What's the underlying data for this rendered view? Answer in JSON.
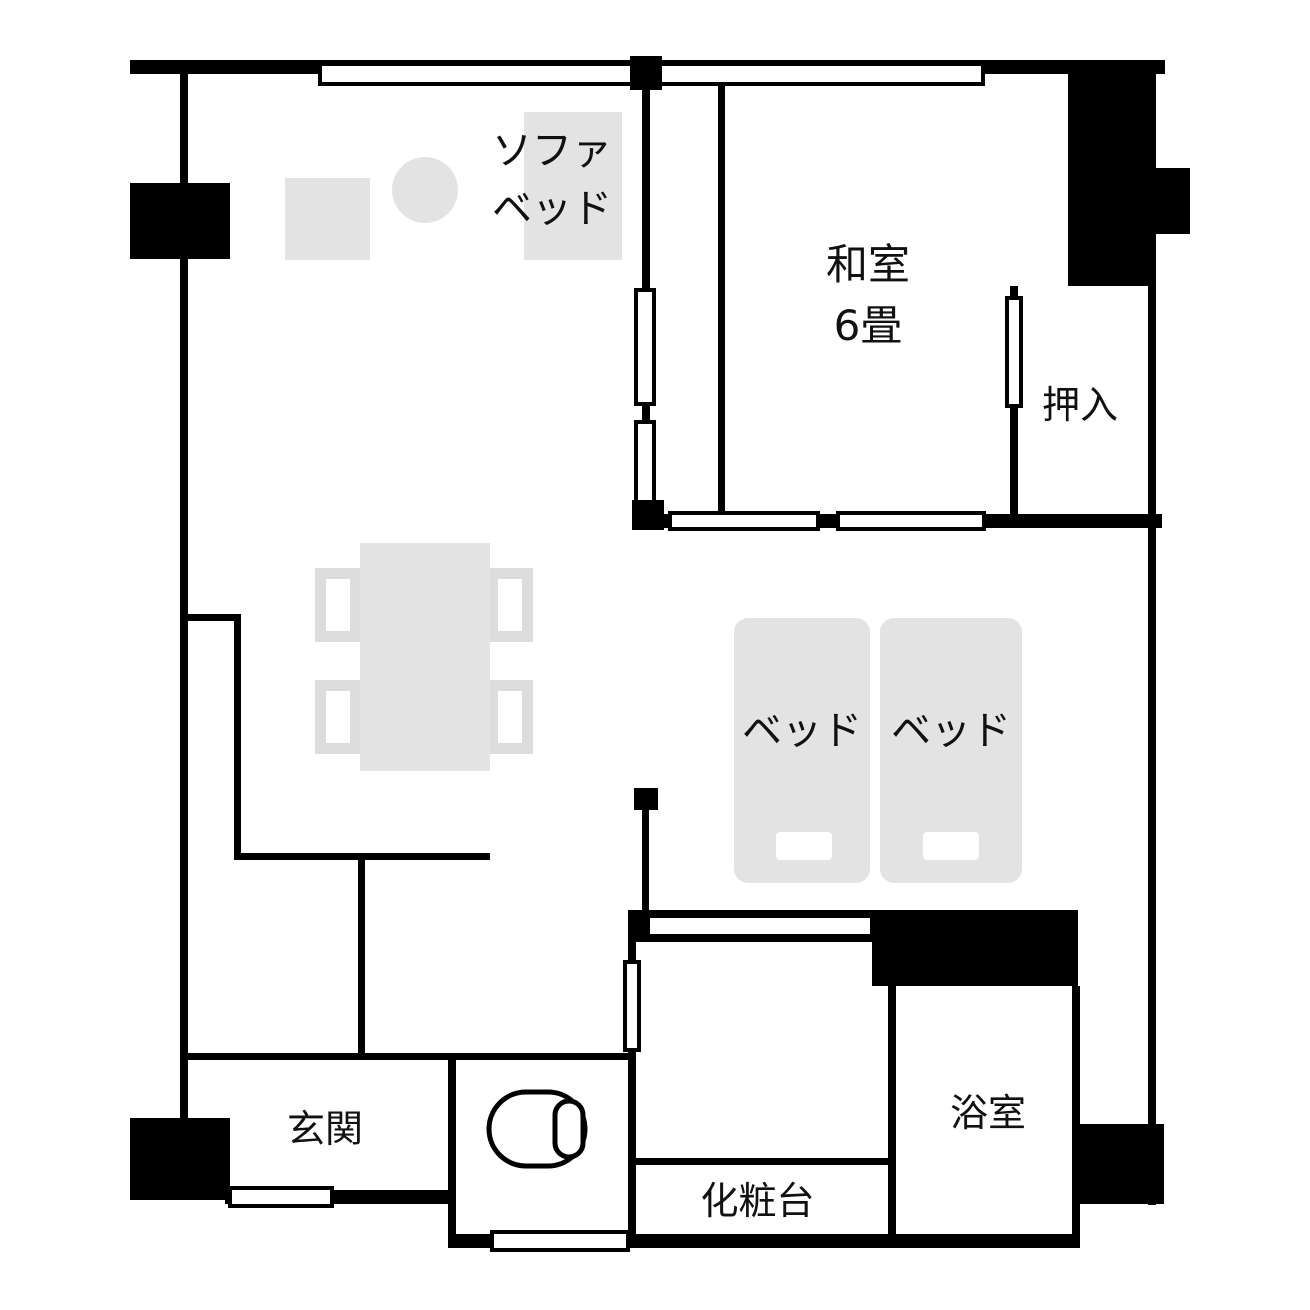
{
  "plan": {
    "colors": {
      "wall": "#000000",
      "furniture": "#e3e3e3",
      "chair_outline": "#dcdcdc",
      "background": "#ffffff",
      "text": "#111111"
    },
    "labels": {
      "sofa_bed": {
        "line1": "ソファ",
        "line2": "ベッド"
      },
      "washitsu": {
        "line1": "和室",
        "line2": "6畳"
      },
      "oshiire": "押入",
      "bed_left": "ベッド",
      "bed_right": "ベッド",
      "genkan": "玄関",
      "keshodai": "化粧台",
      "yokushitsu": "浴室"
    }
  }
}
